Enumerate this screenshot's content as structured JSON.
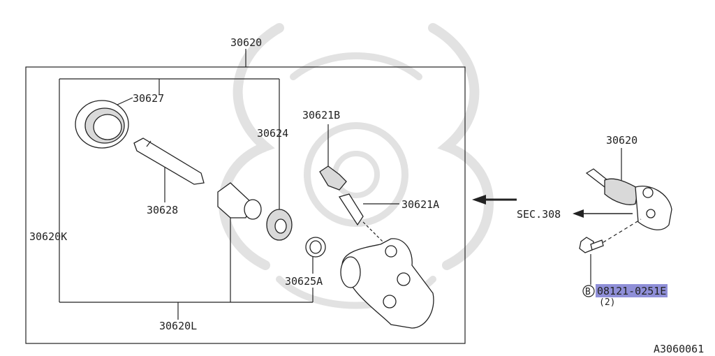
{
  "labels": {
    "assembly": "30620",
    "kit_l": "30620L",
    "kit_k": "30620K",
    "boot": "30627",
    "push_rod": "30628",
    "piston": "30624",
    "bleeder_cap": "30621B",
    "bleeder_screw": "30621A",
    "snap_ring": "30625A",
    "detail_assembly": "30620",
    "section_ref": "SEC.308",
    "bolt_part": "08121-0251E",
    "bolt_prefix": "B",
    "bolt_qty": "(2)",
    "figure_id": "A3060061"
  },
  "colors": {
    "highlight": "#8f8fd8",
    "line": "#222222",
    "watermark": "#e2e2e2"
  }
}
